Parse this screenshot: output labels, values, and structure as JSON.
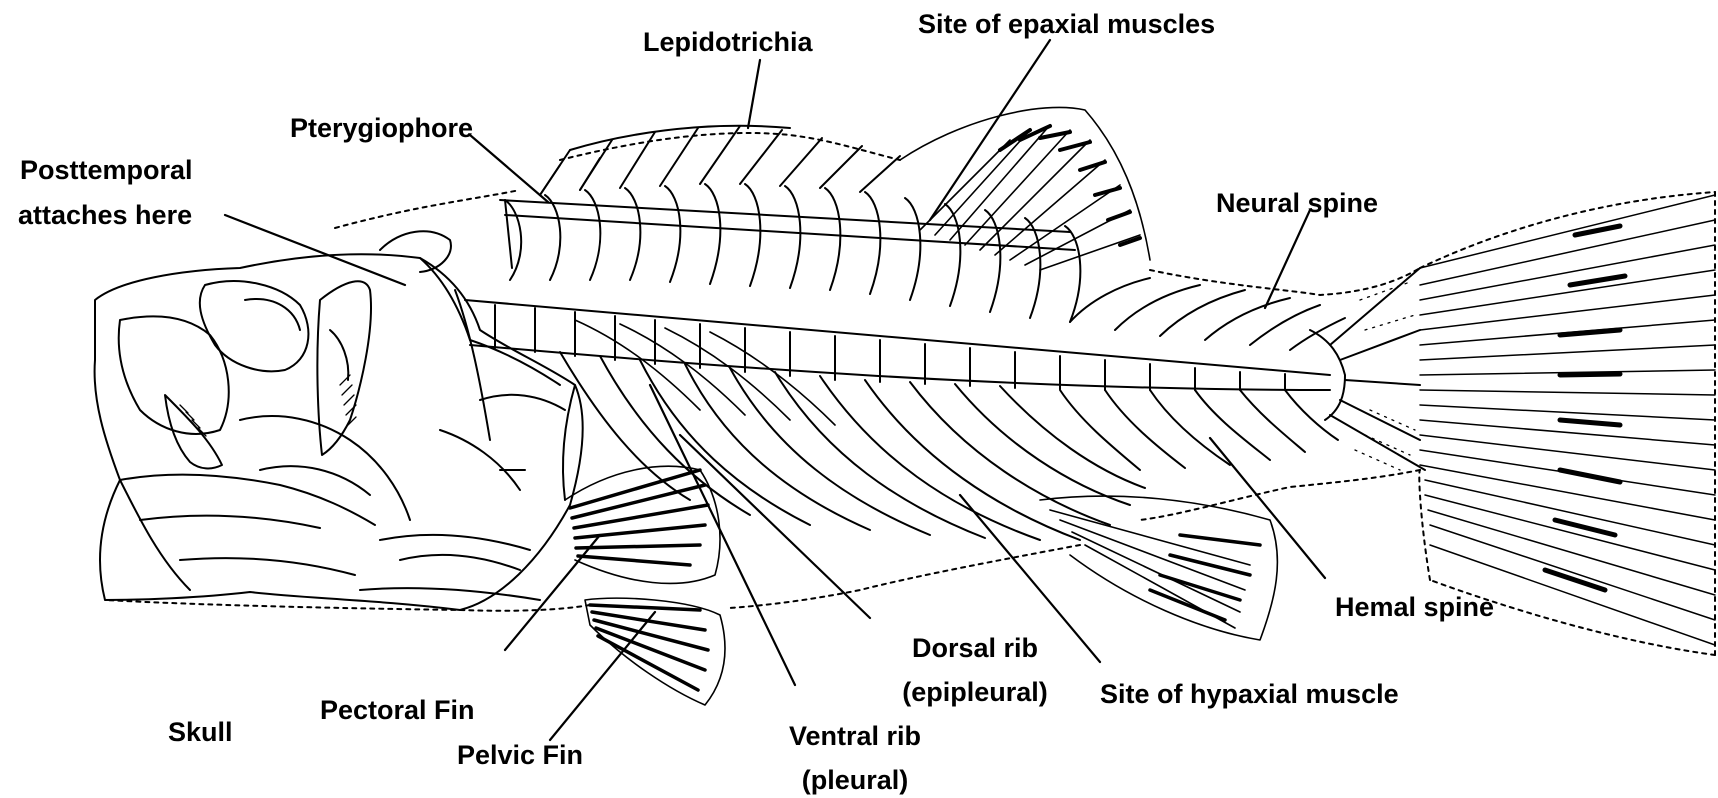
{
  "diagram": {
    "labels": {
      "lepidotrichia": "Lepidotrichia",
      "epaxial": "Site of epaxial muscles",
      "pterygiophore": "Pterygiophore",
      "posttemporal_1": "Posttemporal",
      "posttemporal_2": "attaches here",
      "neural_spine": "Neural spine",
      "hemal_spine": "Hemal spine",
      "dorsal_rib_1": "Dorsal rib",
      "dorsal_rib_2": "(epipleural)",
      "hypaxial": "Site of hypaxial muscle",
      "ventral_rib_1": "Ventral rib",
      "ventral_rib_2": "(pleural)",
      "pectoral_fin": "Pectoral Fin",
      "pelvic_fin": "Pelvic Fin",
      "skull": "Skull"
    }
  }
}
